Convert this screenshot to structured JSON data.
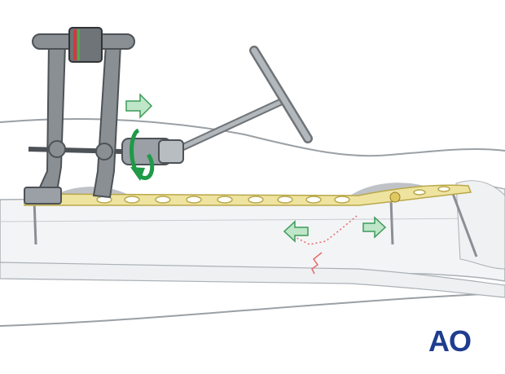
{
  "logo": {
    "text": "AO"
  },
  "colors": {
    "plate": "#efe3a0",
    "plate_stroke": "#b9a84a",
    "instrument": "#8a8f94",
    "instrument_dark": "#4d5257",
    "arrow_fill": "#bfe6c8",
    "arrow_stroke": "#3c9b5a",
    "rotation_arrow": "#1f9a48",
    "fracture_line": "#e56a6a",
    "bone": "#f3f4f5",
    "outline": "#8c9196",
    "brand": "#1f3d8f"
  },
  "icons": [
    "compression-arrow-left",
    "compression-arrow-right",
    "push-arrow",
    "rotation-arrow"
  ]
}
